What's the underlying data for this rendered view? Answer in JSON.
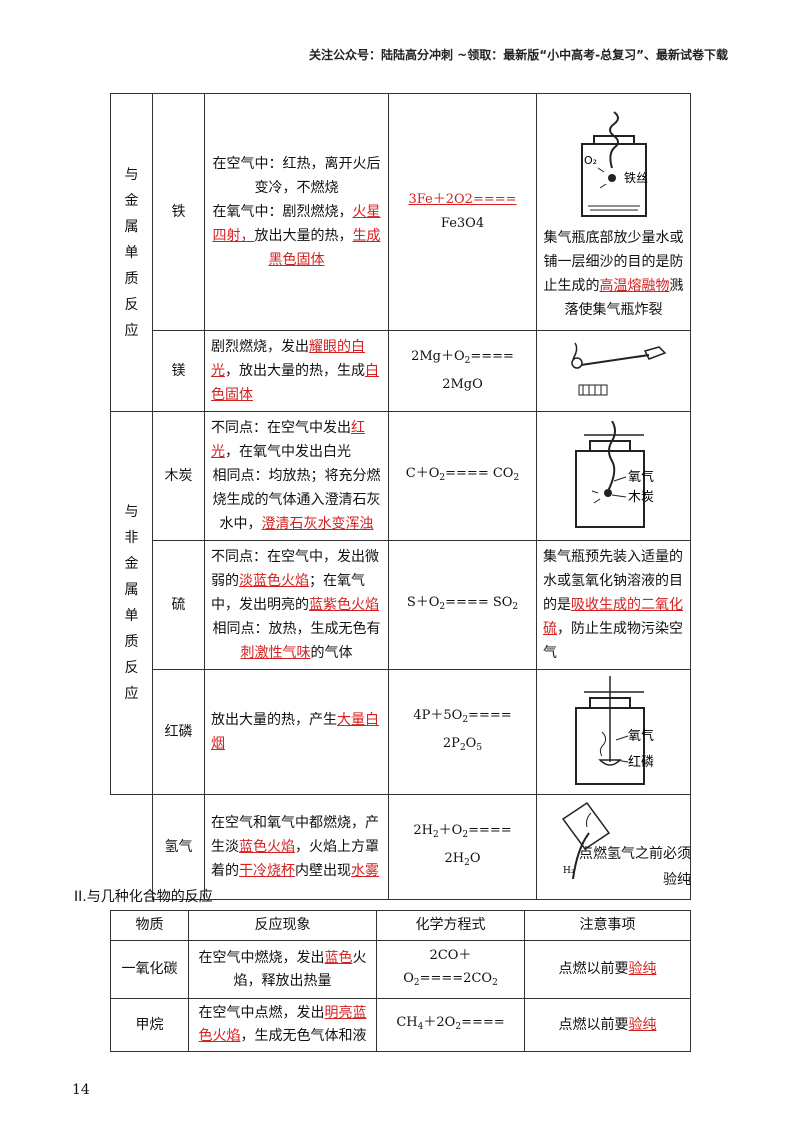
{
  "header": "关注公众号：陆陆高分冲刺  ~领取：最新版“小中高考-总复习”、最新试卷下载",
  "metal": {
    "category": [
      "与",
      "金",
      "属",
      "单",
      "质",
      "反",
      "应"
    ],
    "iron": {
      "name": "铁",
      "p1": "在空气中：红热，离开火后变冷，不燃烧",
      "p2": "在氧气中：剧烈燃烧，",
      "r1": "火星四射，",
      "p3": "放出大量的热，",
      "r2": "生成黑色固体",
      "eq_red": "3Fe＋2O2====",
      "eq_black": "Fe3O4",
      "label_o2": "O₂",
      "label_wire": "铁丝",
      "note1": "集气瓶底部放少量水或铺一层细沙的目的是防止生成的",
      "note_red": "高温熔融物",
      "note2": "溅落使集气瓶炸裂"
    },
    "mg": {
      "name": "镁",
      "p1": "剧烈燃烧，发出",
      "r1": "耀眼的白光",
      "p2": "，放出大量的热，生成",
      "r2": "白色固体",
      "eq1": "2Mg＋O",
      "eq1b": "====",
      "eq2": "2MgO"
    }
  },
  "nonmetal": {
    "category": [
      "与",
      "非",
      "金",
      "属",
      "单",
      "质",
      "反",
      "应"
    ],
    "c": {
      "name": "木炭",
      "p1": "不同点：在空气中发出",
      "r1": "红光",
      "p2": "，在氧气中发出白光",
      "p3": "相同点：均放热；将充分燃烧生成的气体通入澄清石灰水中，",
      "r2": "澄清石灰水变浑浊",
      "eq": "C＋O",
      "eqb": "==== CO",
      "label_o2": "氧气",
      "label_c": "木炭"
    },
    "s": {
      "name": "硫",
      "p1": "不同点：在空气中，发出微弱的",
      "r1": "淡蓝色火焰",
      "p2": "；在氧气中，发出明亮的",
      "r2": "蓝紫色火焰",
      "p3": "相同点：放热，生成无色有",
      "r3": "刺激性气味",
      "p4": "的气体",
      "eq": "S＋O",
      "eqb": "==== SO",
      "note1": "集气瓶预先装入适量的水或氢氧化钠溶液的目的是",
      "note_red": "吸收生成的二氧化硫",
      "note2": "，防止生成物污染空气"
    },
    "p": {
      "name": "红磷",
      "p1": "放出大量的热，产生",
      "r1": "大量白烟",
      "eq1": "4P＋5O",
      "eq1b": "====",
      "eq2": "2P",
      "eq2b": "O",
      "label_o2": "氧气",
      "label_p": "红磷"
    }
  },
  "h2": {
    "name": "氢气",
    "p1": "在空气和氧气中都燃烧，产生淡",
    "r1": "蓝色火焰",
    "p2": "，火焰上方罩着的",
    "r2": "干冷烧杯",
    "p3": "内壁出现",
    "r3": "水雾",
    "eq1": "2H",
    "eq1b": "＋O",
    "eq1c": "====",
    "eq2": "2H",
    "eq2b": "O",
    "label_h2": "H₂",
    "note": "点燃氢气之前必须验纯"
  },
  "section2": {
    "title": "II.与几种化合物的反应",
    "headers": [
      "物质",
      "反应现象",
      "化学方程式",
      "注意事项"
    ],
    "co": {
      "name": "一氧化碳",
      "p1": "在空气中燃烧，发出",
      "r1": "蓝色",
      "p2": "火焰，释放出热量",
      "eq": "2CO＋O",
      "eqb": "====2CO",
      "note1": "点燃以前要",
      "note_red": "验纯"
    },
    "ch4": {
      "name": "甲烷",
      "p1": "在空气中点燃，发出",
      "r1": "明亮蓝色火焰",
      "p2": "，生成无色气体和液",
      "eq": "CH",
      "eqb": "＋2O",
      "eqc": "====",
      "note1": "点燃以前要",
      "note_red": "验纯"
    }
  },
  "page_number": "14"
}
